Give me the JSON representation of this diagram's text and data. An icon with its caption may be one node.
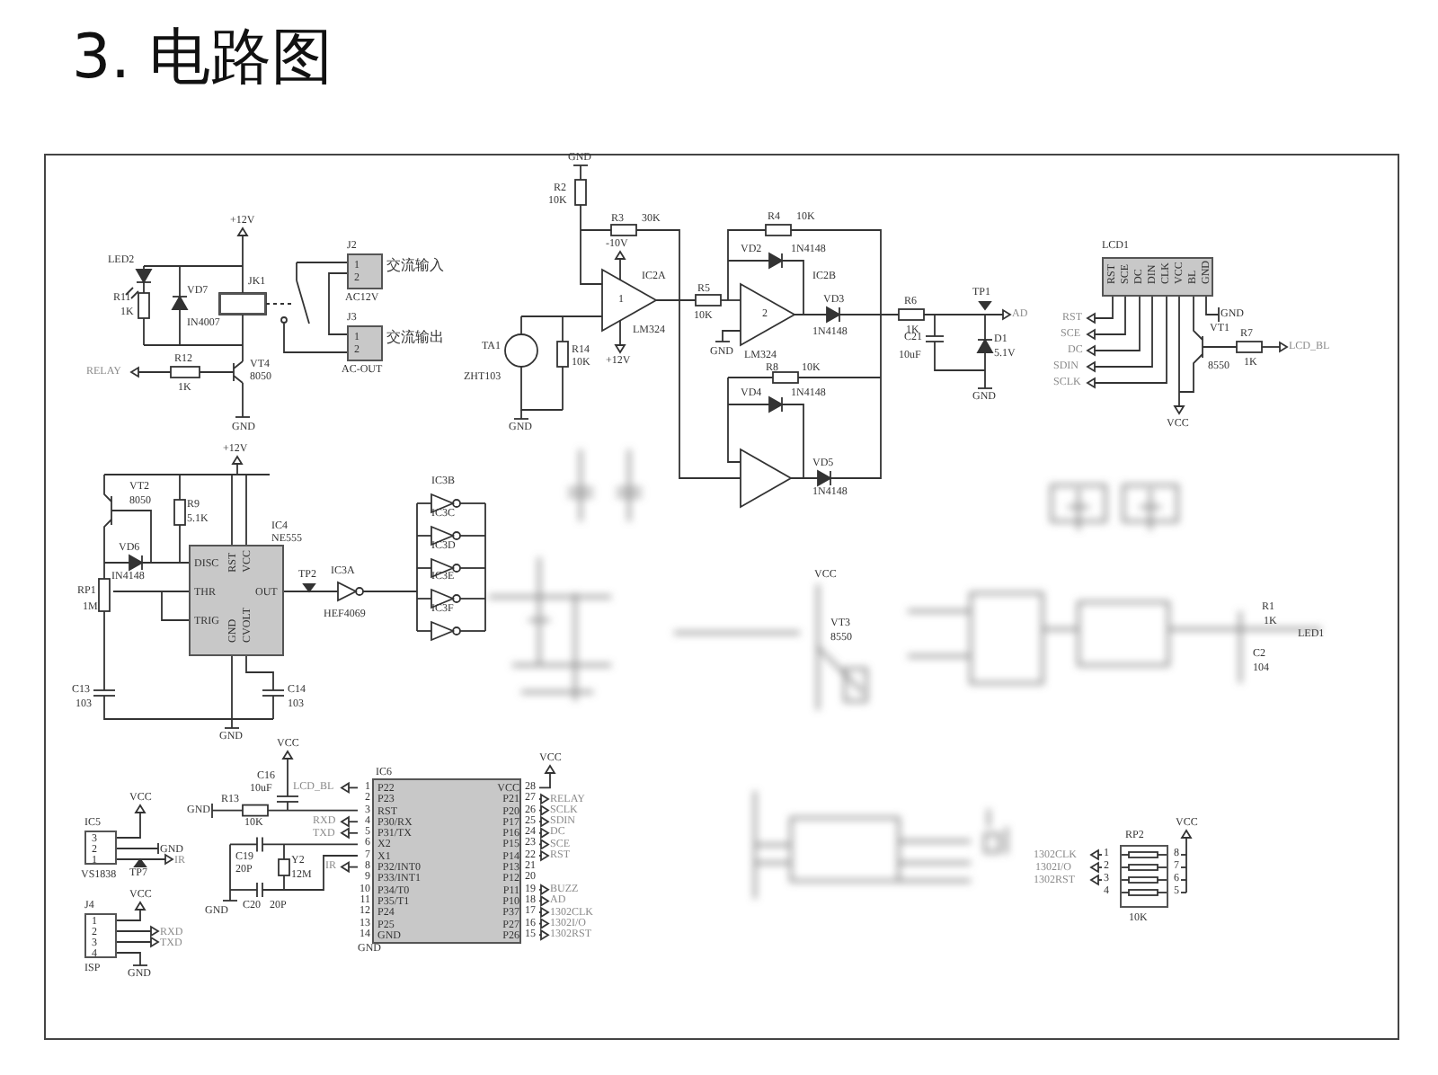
{
  "diagram": {
    "title": "3. 电路图",
    "nodes": [
      {
        "text": [
          "JK1"
        ]
      },
      {
        "text": [
          "J2",
          "1 2"
        ],
        "beside": [
          "AC12V",
          "交流输入"
        ]
      },
      {
        "text": [
          "J3",
          "1 2"
        ],
        "beside": [
          "AC-OUT",
          "交流输出"
        ]
      },
      {
        "text": [
          "LCD1",
          "RST SCE DC DIN CLK VCC BL GND"
        ]
      },
      {
        "text": [
          "IC4",
          "NE555",
          "DISC THR TRIG",
          "RST VCC",
          "GND CVOLT",
          "OUT"
        ]
      },
      {
        "text": [
          "IC5",
          "3 2 1"
        ],
        "beside": [
          "VS1838"
        ]
      },
      {
        "text": [
          "J4",
          "1 2 3 4"
        ],
        "beside": [
          "ISP"
        ]
      },
      {
        "text": [
          "IC6",
          "P22 P23 RST P30/RX P31/TX X2 X1 P32/INT0 P33/INT1 P34/T0 P35/T1 P24 P25 GND",
          "VCC P21 P20 P17 P16 P15 P14 P13 P12 P11 P10 P37 P27 P26"
        ],
        "beside": [
          "1 2 3 4 5 6 7 8 9 10 11 12 13 14",
          "28 27 26 25 24 23 22 21 20 19 18 17 16 15"
        ]
      },
      {
        "text": [
          "RP2"
        ],
        "beside": [
          "1 2 3 4",
          "8 7 6 5",
          "10K"
        ]
      }
    ],
    "edges": [
      {
        "from": 1,
        "to": 2,
        "arrow": "none"
      }
    ],
    "labels": [
      "+12V",
      "LED2",
      "VD7",
      "R11",
      "1K",
      "IN4007",
      "RELAY",
      "R12",
      "1K",
      "VT4",
      "8050",
      "GND",
      "GND",
      "R2",
      "10K",
      "R3",
      "30K",
      "-10V",
      "IC2A",
      "1",
      "LM324",
      "+12V",
      "TA1",
      "ZHT103",
      "R14",
      "10K",
      "GND",
      "R5",
      "10K",
      "R4",
      "10K",
      "VD2",
      "1N4148",
      "IC2B",
      "2",
      "GND",
      "LM324",
      "VD3",
      "1N4148",
      "R6",
      "1K",
      "C21",
      "10uF",
      "TP1",
      "AD",
      "D1",
      "5.1V",
      "GND",
      "R8",
      "10K",
      "VD4",
      "1N4148",
      "VD5",
      "1N4148",
      "RST",
      "SCE",
      "DC",
      "SDIN",
      "SCLK",
      "GND",
      "VT1",
      "8550",
      "R7",
      "1K",
      "LCD_BL",
      "VCC",
      "+12V",
      "VT2",
      "8050",
      "R9",
      "5.1K",
      "VD6",
      "IN4148",
      "RP1",
      "1M",
      "C13",
      "103",
      "C14",
      "103",
      "GND",
      "TP2",
      "IC3A",
      "HEF4069",
      "IC3B",
      "IC3C",
      "IC3D",
      "IC3E",
      "IC3F",
      "VCC",
      "VT3",
      "8550",
      "R1",
      "1K",
      "LED1",
      "C2",
      "104",
      "VCC",
      "GND",
      "IR",
      "TP7",
      "VCC",
      "RXD",
      "TXD",
      "GND",
      "VCC",
      "C16",
      "10uF",
      "LCD_BL",
      "GND",
      "R13",
      "10K",
      "RXD",
      "TXD",
      "C19",
      "20P",
      "Y2",
      "12M",
      "IR",
      "GND",
      "C20",
      "20P",
      "GND",
      "VCC",
      "RELAY",
      "SCLK",
      "SDIN",
      "DC",
      "SCE",
      "RST",
      "BUZZ",
      "AD",
      "1302CLK",
      "1302I/O",
      "1302RST",
      "1302CLK",
      "1302I/O",
      "1302RST",
      "VCC"
    ]
  }
}
